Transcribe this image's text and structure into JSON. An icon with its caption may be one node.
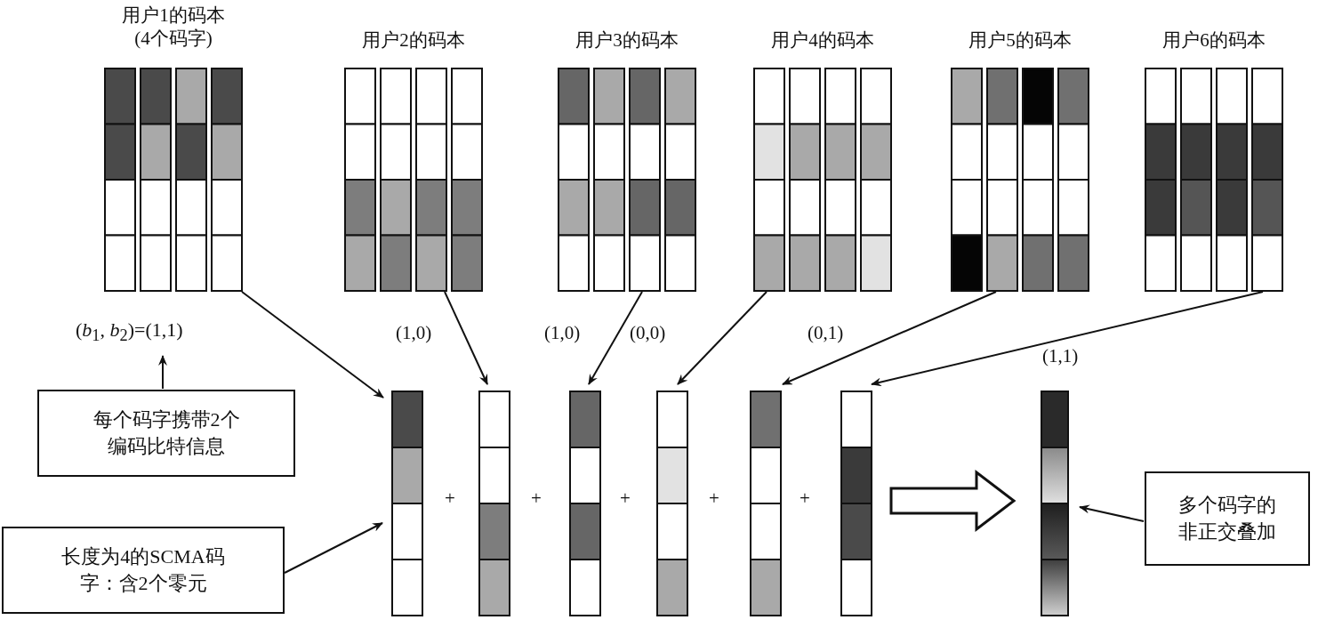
{
  "diagram": {
    "nodes": [
      {
        "text": [
          "用户1的码本 (4个码字)"
        ]
      },
      {
        "text": [
          "用户2的码本"
        ]
      },
      {
        "text": [
          "用户3的码本"
        ]
      },
      {
        "text": [
          "用户4的码本"
        ]
      },
      {
        "text": [
          "用户5的码本"
        ]
      },
      {
        "text": [
          "用户6的码本"
        ]
      },
      {
        "text": [],
        "shape": "bar"
      },
      {
        "text": [],
        "shape": "bar"
      },
      {
        "text": [],
        "shape": "bar"
      },
      {
        "text": [],
        "shape": "bar"
      },
      {
        "text": [],
        "shape": "bar"
      },
      {
        "text": [],
        "shape": "bar"
      },
      {
        "text": [],
        "shape": "bar"
      },
      {
        "text": [
          "(*b*$_{1}$, *b*$_{2}$)=(1,1)"
        ]
      },
      {
        "text": [
          "每个码字携带2个编码比特信息"
        ]
      },
      {
        "text": [
          "长度为4的SCMA码字：含2个零元"
        ]
      },
      {
        "text": [
          "多个码字的非正交叠加"
        ]
      }
    ],
    "edges": [
      {
        "from": 0,
        "to": 6,
        "arrow": "to"
      },
      {
        "from": 1,
        "to": 7,
        "arrow": "to"
      },
      {
        "from": 2,
        "to": 8,
        "arrow": "to"
      },
      {
        "from": 3,
        "to": 9,
        "arrow": "to"
      },
      {
        "from": 4,
        "to": 10,
        "arrow": "to"
      },
      {
        "from": 5,
        "to": 11,
        "arrow": "to"
      },
      {
        "from": 14,
        "to": 13,
        "arrow": "to"
      },
      {
        "from": 15,
        "to": 6,
        "arrow": "to"
      },
      {
        "from": 16,
        "to": 12,
        "arrow": "to"
      },
      {
        "from": 11,
        "to": 12,
        "arrow": "to",
        "style": "thick"
      }
    ],
    "labels": [
      "(1,0)",
      "(1,0)",
      "(0,0)",
      "(0,1)",
      "(1,1)",
      "+",
      "+",
      "+",
      "+",
      "+"
    ]
  }
}
